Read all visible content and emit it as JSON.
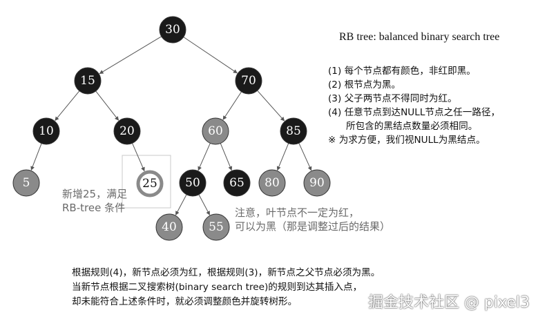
{
  "title": "RB tree: balanced binary search tree",
  "rules": [
    "(1) 每个节点都有颜色，非红即黑。",
    "(2) 根节点为黑。",
    "(3) 父子两节点不得同时为红。",
    "(4) 任意节点到达NULL节点之任一路径，",
    "所包含的黑结点数量必须相同。",
    "※ 为求方便，我们视NULL为黑结点。"
  ],
  "colors": {
    "black": "#1a1a1a",
    "red": "#8a8a8a",
    "new_ring": "#8a8a8a",
    "new_fill": "#ffffff"
  },
  "nodes": [
    {
      "id": "30",
      "label": "30",
      "color": "black"
    },
    {
      "id": "15",
      "label": "15",
      "color": "black"
    },
    {
      "id": "70",
      "label": "70",
      "color": "black"
    },
    {
      "id": "10",
      "label": "10",
      "color": "black"
    },
    {
      "id": "20",
      "label": "20",
      "color": "black"
    },
    {
      "id": "60",
      "label": "60",
      "color": "red"
    },
    {
      "id": "85",
      "label": "85",
      "color": "black"
    },
    {
      "id": "5",
      "label": "5",
      "color": "red"
    },
    {
      "id": "25",
      "label": "25",
      "color": "new"
    },
    {
      "id": "50",
      "label": "50",
      "color": "black"
    },
    {
      "id": "65",
      "label": "65",
      "color": "black"
    },
    {
      "id": "80",
      "label": "80",
      "color": "red"
    },
    {
      "id": "90",
      "label": "90",
      "color": "red"
    },
    {
      "id": "40",
      "label": "40",
      "color": "red"
    },
    {
      "id": "55",
      "label": "55",
      "color": "red"
    }
  ],
  "edges": [
    [
      "30",
      "15"
    ],
    [
      "30",
      "70"
    ],
    [
      "15",
      "10"
    ],
    [
      "15",
      "20"
    ],
    [
      "70",
      "60"
    ],
    [
      "70",
      "85"
    ],
    [
      "10",
      "5"
    ],
    [
      "20",
      "25"
    ],
    [
      "60",
      "50"
    ],
    [
      "60",
      "65"
    ],
    [
      "85",
      "80"
    ],
    [
      "85",
      "90"
    ],
    [
      "50",
      "40"
    ],
    [
      "50",
      "55"
    ]
  ],
  "notes": {
    "new_node": [
      "新增25，满足",
      "RB-tree 条件"
    ],
    "leaf": [
      "注意，叶节点不一定为红，",
      "可以为黑（那是调整过后的结果）"
    ]
  },
  "bottom_text": [
    "根据规则(4)，新节点必须为红，根据规则(3)，新节点之父节点必须为黑。",
    "当新节点根据二叉搜索树(binary search tree)的规则到达其插入点，",
    "却未能符合上述条件时，就必须调整颜色并旋转树形。"
  ],
  "watermark": "掘金技术社区 @ pixel3"
}
